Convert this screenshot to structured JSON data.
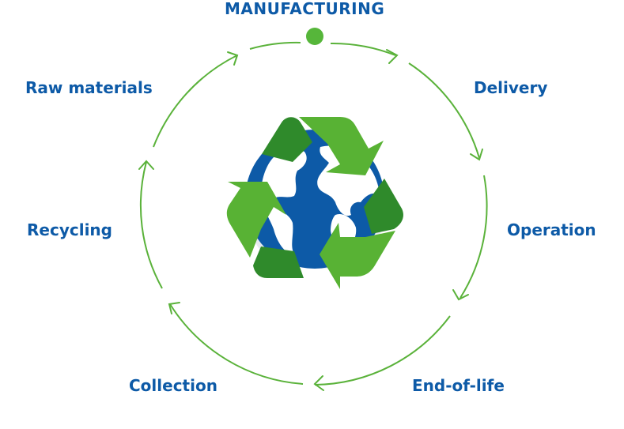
{
  "stages": [
    {
      "id": "manufacturing",
      "label": "MANUFACTURING"
    },
    {
      "id": "delivery",
      "label": "Delivery"
    },
    {
      "id": "operation",
      "label": "Operation"
    },
    {
      "id": "end_of_life",
      "label": "End-of-life"
    },
    {
      "id": "collection",
      "label": "Collection"
    },
    {
      "id": "recycling",
      "label": "Recycling"
    },
    {
      "id": "raw_materials",
      "label": "Raw materials"
    }
  ],
  "center_icon": "recycling-globe-icon",
  "colors": {
    "label": "#0d5aa7",
    "cycle_line": "#5ab23a",
    "dot": "#56b63a",
    "arrow_light": "#58b234",
    "arrow_dark": "#2f8a2b",
    "globe_ocean": "#0d5aa7",
    "globe_land": "#ffffff",
    "globe_shadow": "#e6e9ee"
  }
}
